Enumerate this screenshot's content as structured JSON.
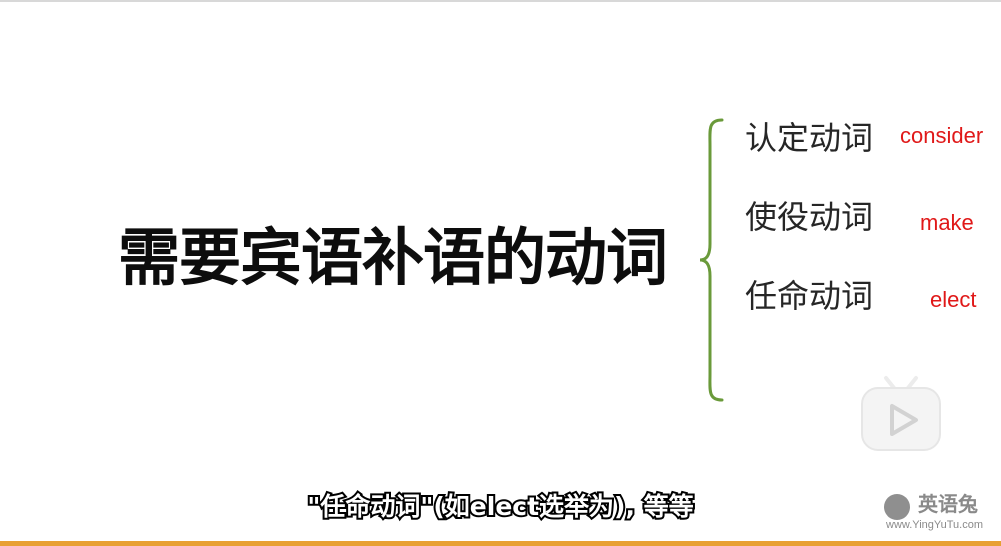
{
  "slide": {
    "title": "需要宾语补语的动词",
    "categories": [
      {
        "label": "认定动词",
        "example": "consider"
      },
      {
        "label": "使役动词",
        "example": "make"
      },
      {
        "label": "任命动词",
        "example": "elect"
      }
    ],
    "subtitle": "\"任命动词\"(如elect选举为), 等等"
  },
  "player": {
    "play_icon": "play-icon"
  },
  "watermark": {
    "name": "英语兔",
    "url": "www.YingYuTu.com"
  },
  "colors": {
    "brace": "#6a9a3a",
    "example_text": "#e01818",
    "progress_bar": "#e8a033"
  }
}
